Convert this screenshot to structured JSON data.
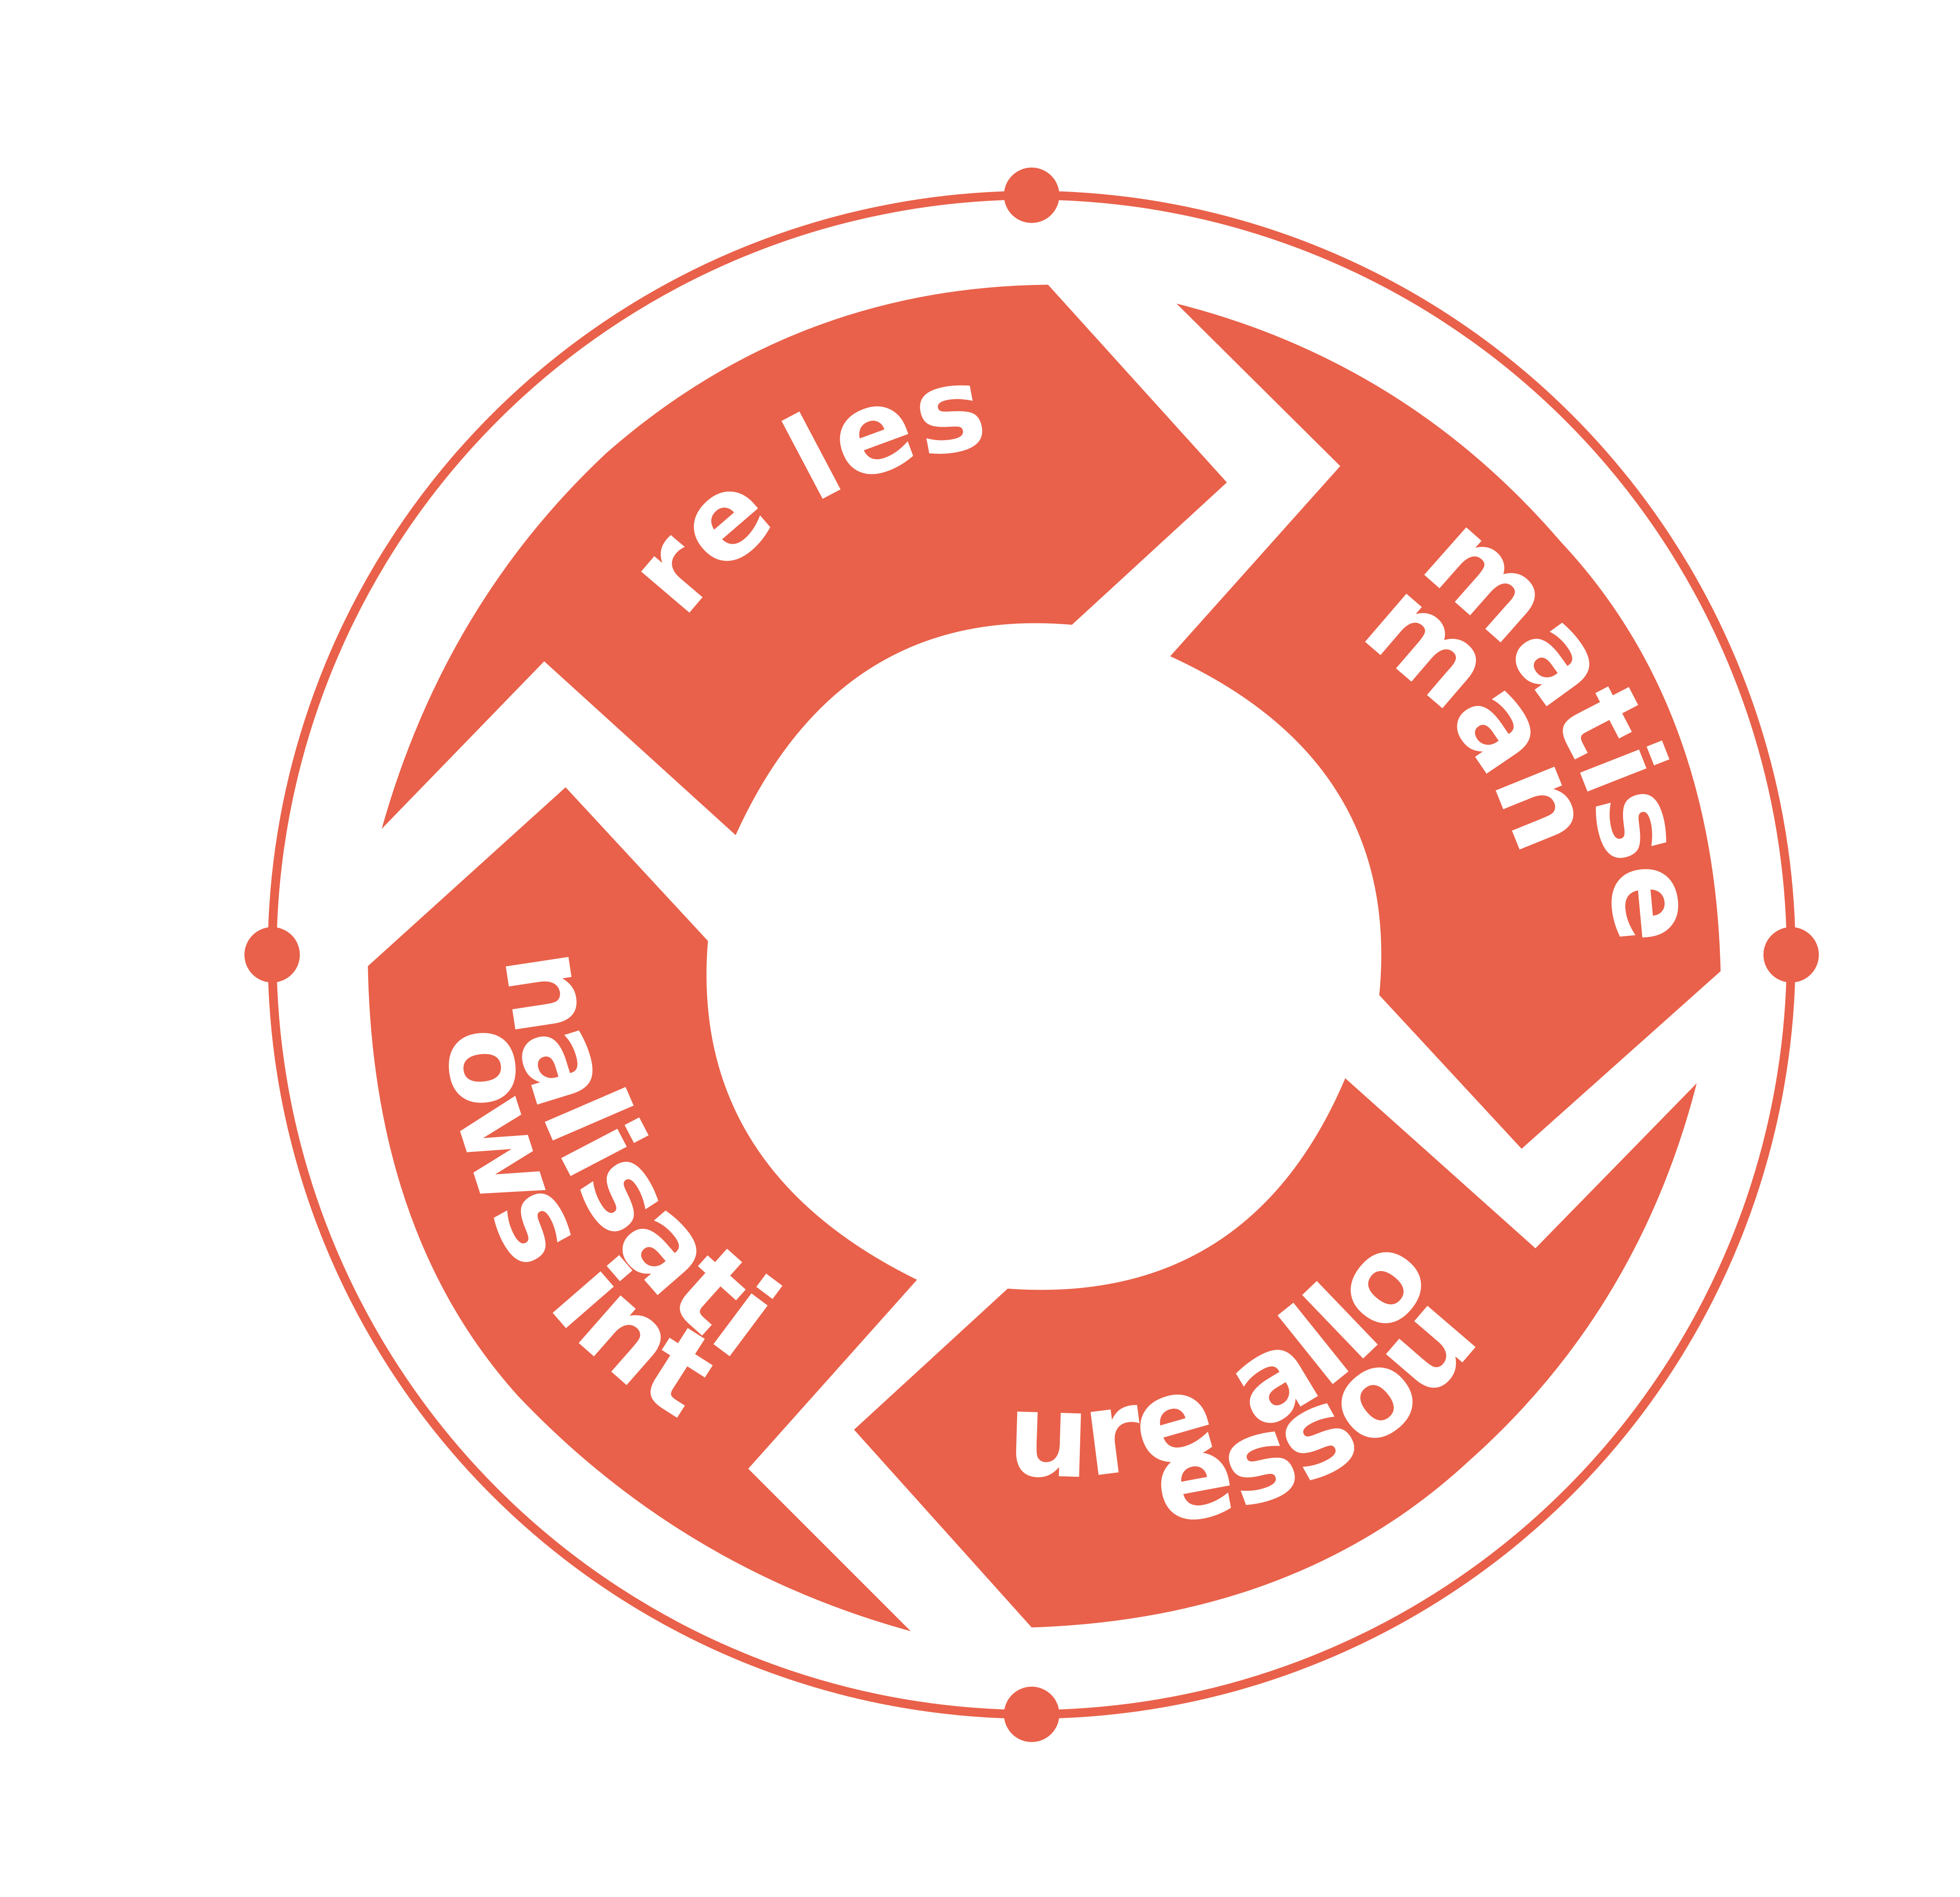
{
  "diagram": {
    "colors": {
      "accent": "#E9614A",
      "background": "#FFFFFF",
      "label": "#FFFFFF"
    },
    "segments": [
      {
        "id": "top",
        "label": "Réduire les coûts"
      },
      {
        "id": "right",
        "line1": "Automatiser les",
        "line2": "demandes"
      },
      {
        "id": "bottom",
        "line1": "Meilleure allocation",
        "line2": "des ressources"
      },
      {
        "id": "left",
        "line1": "Rationnalisation des",
        "line2": "workflows internes"
      }
    ]
  }
}
